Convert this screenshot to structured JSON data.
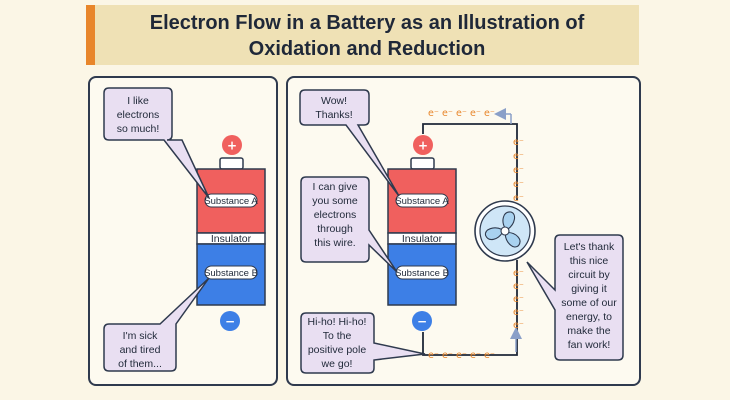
{
  "title": {
    "line1": "Electron Flow in a Battery as an Illustration of",
    "line2": "Oxidation and Reduction"
  },
  "battery": {
    "top_label": "Substance A",
    "bottom_label": "Substance B",
    "insulator_label": "Insulator",
    "positive_sign": "+",
    "negative_sign": "−"
  },
  "electron_symbol": "e⁻",
  "left_panel": {
    "bubble_top": [
      "I like",
      "electrons",
      "so much!"
    ],
    "bubble_bottom": [
      "I'm sick",
      "and tired",
      "of them..."
    ]
  },
  "right_panel": {
    "bubble_wow": [
      "Wow!",
      "Thanks!"
    ],
    "bubble_give": [
      "I can give",
      "you some",
      "electrons",
      "through",
      "this wire."
    ],
    "bubble_hiho": [
      "Hi-ho! Hi-ho!",
      "To the",
      "positive pole",
      "we go!"
    ],
    "bubble_thank": [
      "Let's thank",
      "this nice",
      "circuit by",
      "giving it",
      "some of our",
      "energy, to",
      "make the",
      "fan work!"
    ]
  },
  "colors": {
    "red": "#f0605e",
    "blue": "#3d7fe6",
    "bubble": "#e9dff2",
    "accent": "#e8862b",
    "wire": "#1f2838",
    "arrow": "#8a9fc8"
  }
}
